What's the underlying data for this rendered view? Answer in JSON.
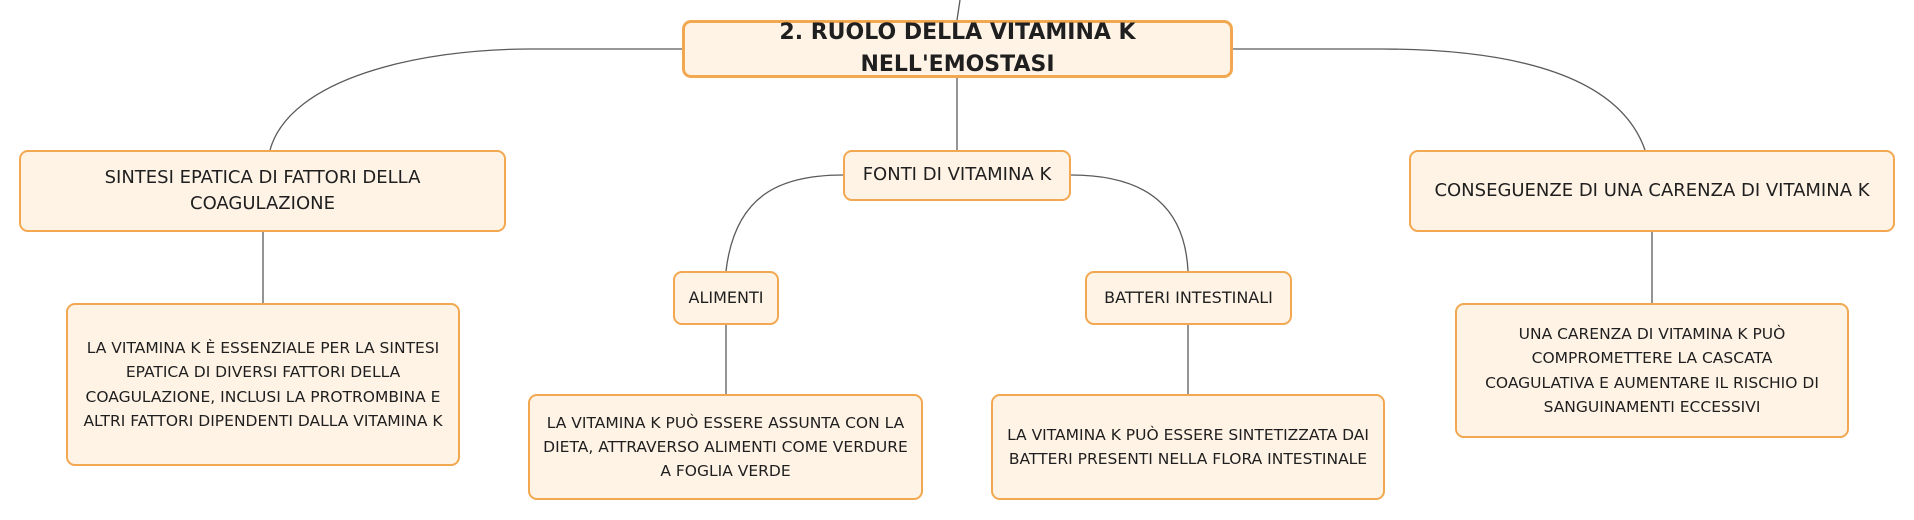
{
  "diagram": {
    "root": "2. RUOLO DELLA VITAMINA K NELL'EMOSTASI",
    "branches": [
      {
        "label": "SINTESI EPATICA DI FATTORI DELLA COAGULAZIONE",
        "detail": "LA VITAMINA K È ESSENZIALE PER LA SINTESI EPATICA DI DIVERSI FATTORI DELLA COAGULAZIONE, INCLUSI LA PROTROMBINA E ALTRI FATTORI DIPENDENTI DALLA VITAMINA K"
      },
      {
        "label": "FONTI DI VITAMINA K",
        "children": [
          {
            "label": "ALIMENTI",
            "detail": "LA VITAMINA K PUÒ ESSERE ASSUNTA CON LA DIETA, ATTRAVERSO ALIMENTI COME VERDURE A FOGLIA VERDE"
          },
          {
            "label": "BATTERI INTESTINALI",
            "detail": "LA VITAMINA K PUÒ ESSERE SINTETIZZATA DAI BATTERI PRESENTI NELLA FLORA INTESTINALE"
          }
        ]
      },
      {
        "label": "CONSEGUENZE DI UNA CARENZA DI VITAMINA K",
        "detail": "UNA CARENZA DI VITAMINA K PUÒ COMPROMETTERE LA CASCATA COAGULATIVA E AUMENTARE IL RISCHIO DI SANGUINAMENTI ECCESSIVI"
      }
    ]
  },
  "colors": {
    "node_fill": "#fff3e6",
    "node_border": "#f2a850",
    "connector": "#5a5a5a"
  }
}
